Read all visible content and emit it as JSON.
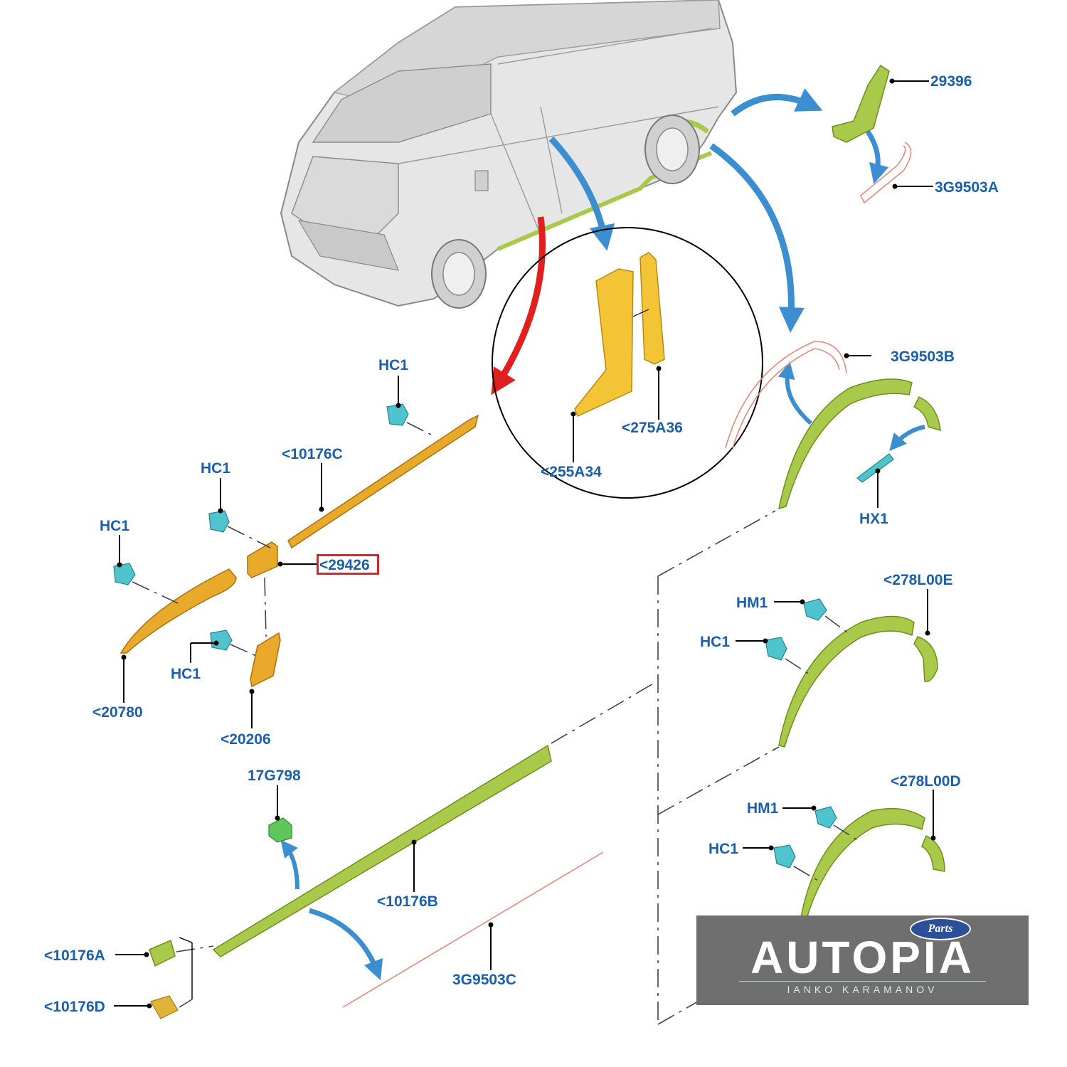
{
  "labels": {
    "p29396": "29396",
    "p3G9503A": "3G9503A",
    "p3G9503B": "3G9503B",
    "pHC1_a": "HC1",
    "pHC1_b": "HC1",
    "pHC1_c": "HC1",
    "pHC1_d": "HC1",
    "pHC1_e": "HC1",
    "pHC1_f": "HC1",
    "p10176C": "<10176C",
    "p275A36": "<275A36",
    "p255A34": "<255A34",
    "p29426": "<29426",
    "pHX1": "HX1",
    "p278L00E": "<278L00E",
    "pHM1_a": "HM1",
    "pHM1_b": "HM1",
    "p20780": "<20780",
    "p20206": "<20206",
    "p17G798": "17G798",
    "p10176B": "<10176B",
    "p278L00D": "<278L00D",
    "p10176A": "<10176A",
    "p10176D": "<10176D",
    "p3G9503C": "3G9503C"
  },
  "brand": {
    "name": "AUTOPIA",
    "subtitle": "IANKO  KARAMANOV",
    "badge": "Parts"
  },
  "colors": {
    "label": "#1b5fa8",
    "highlight": "#d8252b",
    "orange_part": "#e9a92a",
    "green_part": "#a9c94a",
    "clip": "#4fc4cf",
    "arrow_blue": "#3b8fd1",
    "arrow_red": "#e0201f"
  }
}
